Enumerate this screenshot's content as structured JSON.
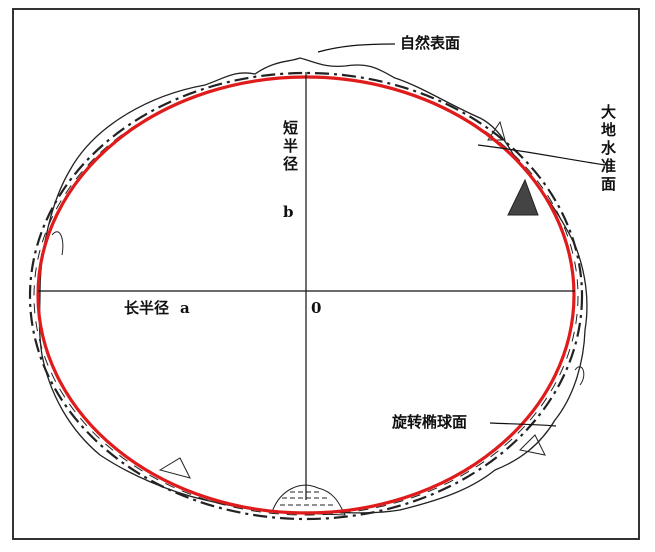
{
  "labels": {
    "natural_surface": "自然表面",
    "geoid": "大地水准面",
    "semi_minor_axis": "短半径",
    "semi_minor_symbol": "b",
    "semi_major_axis": "长半径",
    "semi_major_symbol": "a",
    "origin": "0",
    "ellipsoid": "旋转椭球面"
  },
  "colors": {
    "ellipsoid_stroke": "#e01b1b",
    "line_stroke": "#111111",
    "frame_stroke": "#333333"
  }
}
